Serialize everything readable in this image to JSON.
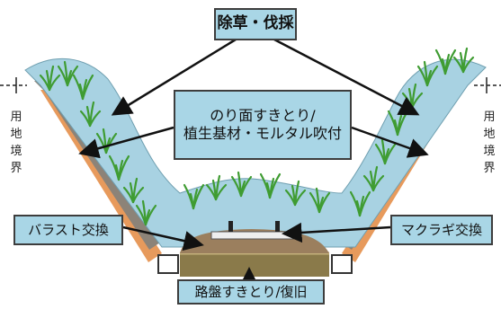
{
  "labels": {
    "top": "除草・伐採",
    "middle_line1": "のり面すきとり/",
    "middle_line2": "植生基材・モルタル吹付",
    "left": "バラスト交換",
    "right": "マクラギ交換",
    "bottom": "路盤すきとり/復旧"
  },
  "side_marks": {
    "left": "用地境界",
    "right": "用地境界"
  },
  "colors": {
    "label_fill": "#a9d6e6",
    "vegetation_fill": "#a8d2e2",
    "grass": "#3f9c32",
    "embankment": "#e79a5c",
    "gravel": "#8c8378",
    "roadbed": "#8a7a4a",
    "ballast": "#9b7f5e",
    "arrow": "#111111"
  }
}
